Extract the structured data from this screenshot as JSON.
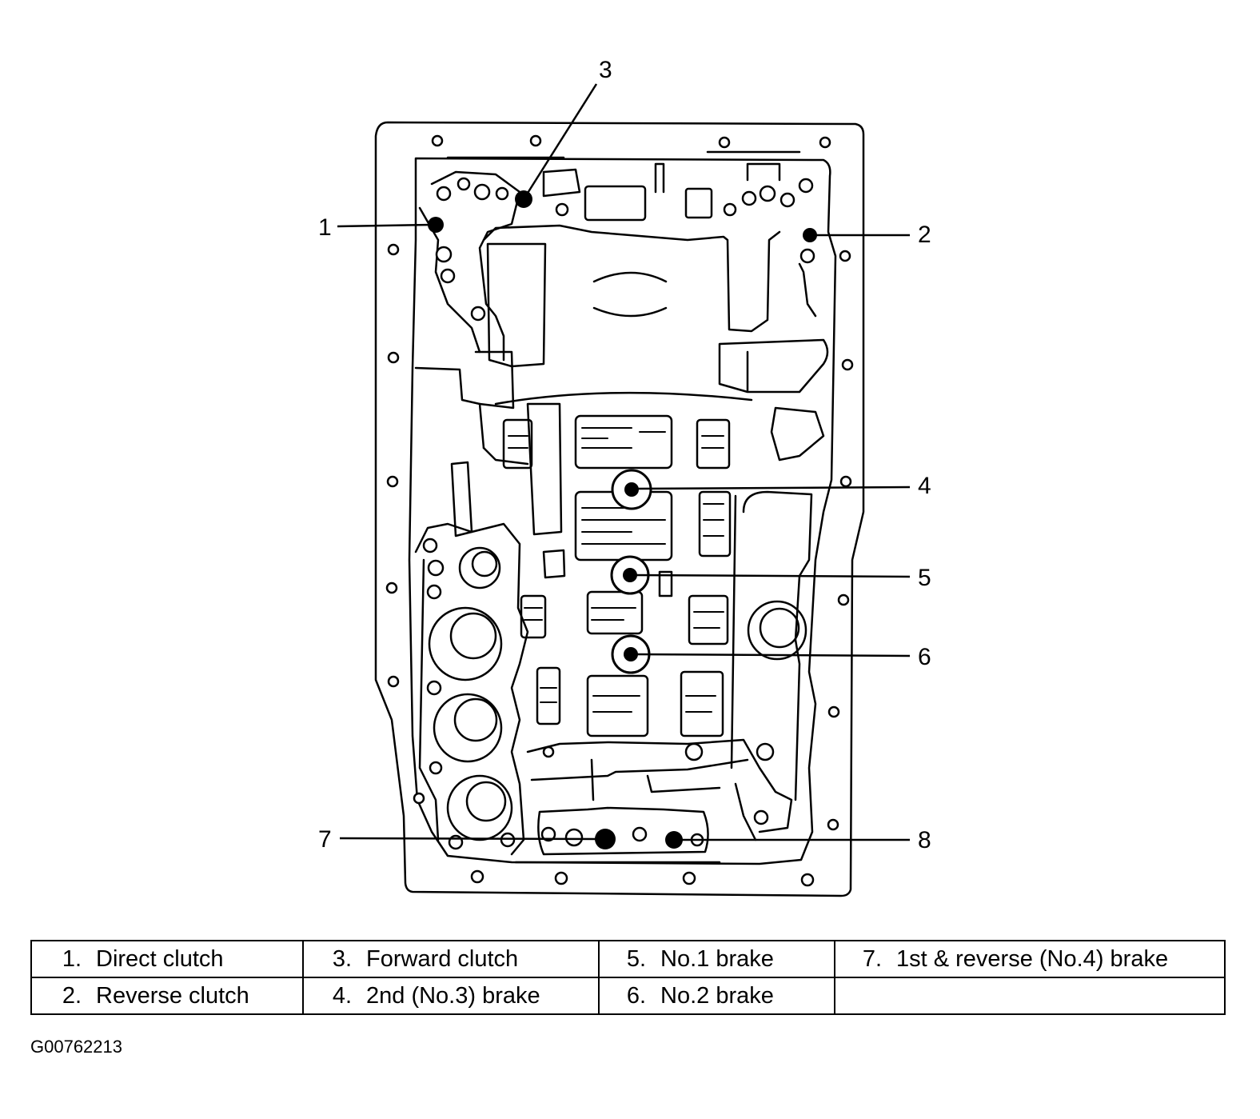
{
  "callouts": [
    "1",
    "2",
    "3",
    "4",
    "5",
    "6",
    "7",
    "8"
  ],
  "legend": [
    [
      {
        "num": "1.",
        "label": "Direct clutch"
      },
      {
        "num": "3.",
        "label": "Forward clutch"
      },
      {
        "num": "5.",
        "label": "No.1 brake"
      },
      {
        "num": "7.",
        "label": "1st & reverse (No.4) brake"
      }
    ],
    [
      {
        "num": "2.",
        "label": "Reverse clutch"
      },
      {
        "num": "4.",
        "label": "2nd (No.3) brake"
      },
      {
        "num": "6.",
        "label": "No.2 brake"
      },
      {
        "num": "",
        "label": ""
      }
    ]
  ],
  "figure_id": "G00762213"
}
